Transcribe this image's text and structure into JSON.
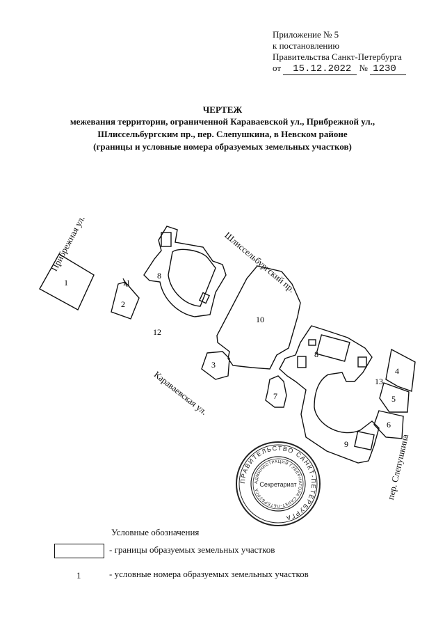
{
  "header": {
    "appendix": "Приложение № 5",
    "to_resolution": "к постановлению",
    "government": "Правительства Санкт-Петербурга",
    "from_prefix": "от",
    "date": "15.12.2022",
    "number_prefix": "№",
    "number": "1230"
  },
  "title": {
    "line1": "ЧЕРТЕЖ",
    "line2": "межевания территории, ограниченной Караваевской ул., Прибрежной ул.,",
    "line3": "Шлиссельбургским пр., пер. Слепушкина, в Невском районе",
    "line4": "(границы и условные номера образуемых земельных участков)"
  },
  "streets": {
    "pribrezhnaya": "Прибрежная ул.",
    "shlisselburgsky": "Шлиссельбургский пр.",
    "karavaevskaya": "Караваевская ул.",
    "slepushkina": "пер. Слепушкина"
  },
  "parcels": [
    "1",
    "2",
    "3",
    "4",
    "5",
    "6",
    "7",
    "8",
    "8",
    "9",
    "10",
    "11",
    "12",
    "13"
  ],
  "stamp": {
    "outer_text": "ПРАВИТЕЛЬСТВО САНКТ-ПЕТЕРБУРГА",
    "inner_text": "АДМИНИСТРАЦИЯ ГУБЕРНАТОРА САНКТ-ПЕТЕРБУРГА",
    "center": "Секретариат"
  },
  "legend": {
    "heading": "Условные обозначения",
    "boundary_label": "- границы образуемых земельных участков",
    "number_sample": "1",
    "number_label": "- условные номера образуемых земельных участков"
  }
}
